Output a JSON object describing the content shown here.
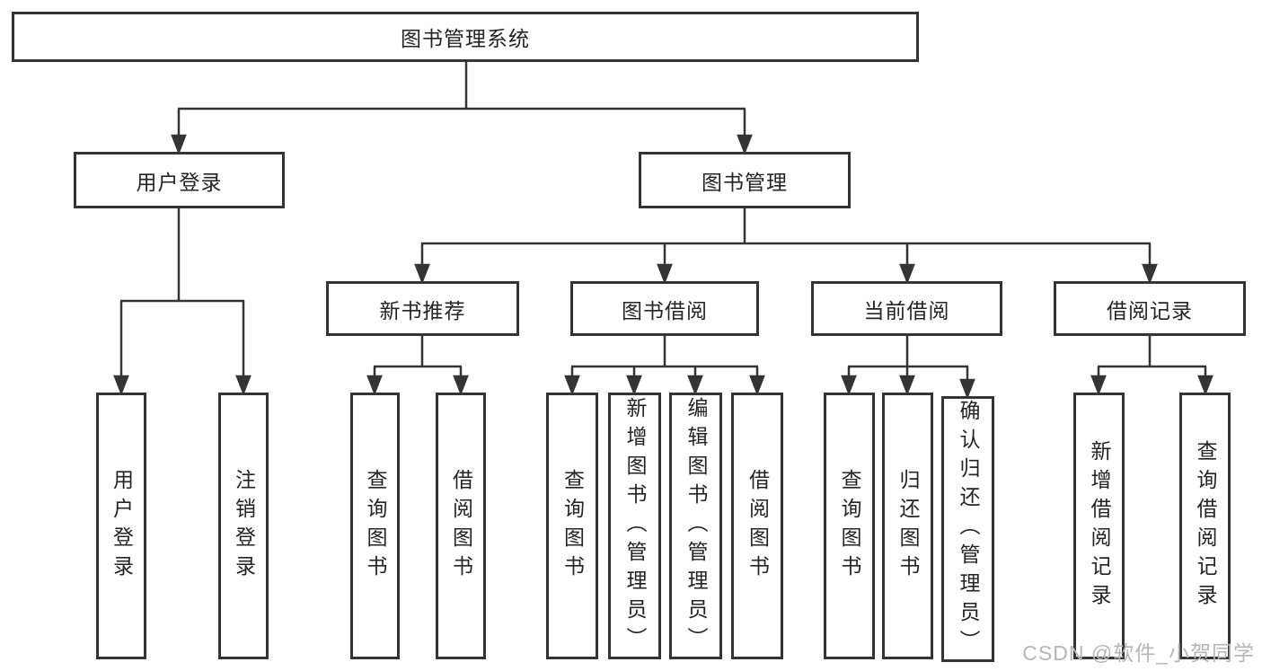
{
  "diagram": {
    "root": "图书管理系统",
    "user_login": {
      "label": "用户登录",
      "children": [
        "用户登录",
        "注销登录"
      ]
    },
    "book_mgmt": {
      "label": "图书管理",
      "sections": {
        "new_books": {
          "label": "新书推荐",
          "children": [
            "查询图书",
            "借阅图书"
          ]
        },
        "book_borrow": {
          "label": "图书借阅",
          "children": [
            "查询图书",
            "新增图书（管理员）",
            "编辑图书（管理员）",
            "借阅图书"
          ]
        },
        "current_borrow": {
          "label": "当前借阅",
          "children": [
            "查询图书",
            "归还图书",
            "确认归还（管理员）"
          ]
        },
        "borrow_records": {
          "label": "借阅记录",
          "children": [
            "新增借阅记录",
            "查询借阅记录"
          ]
        }
      }
    }
  },
  "watermark": "CSDN @软件_小贺同学",
  "colors": {
    "line": "#343434",
    "border": "#343434",
    "text": "#242424",
    "watermark": "#b6b6b6",
    "background": "#ffffff"
  }
}
